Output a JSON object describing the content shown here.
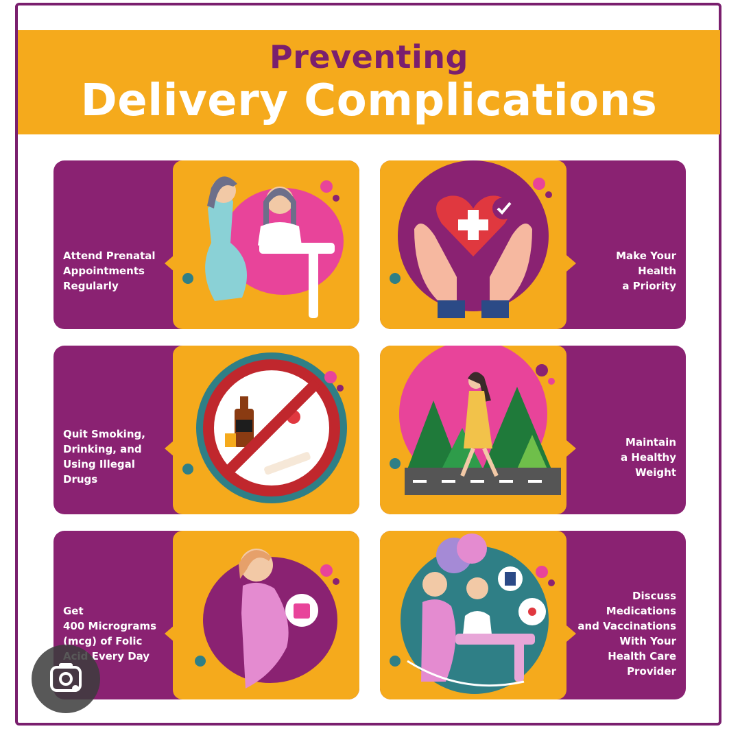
{
  "header": {
    "title_line1": "Preventing",
    "title_line2": "Delivery Complications"
  },
  "cards": [
    {
      "lines": [
        "Attend Prenatal",
        "Appointments",
        "Regularly"
      ],
      "icon": "prenatal-visit-illustration"
    },
    {
      "lines": [
        "Make Your",
        "Health",
        "a Priority"
      ],
      "icon": "heart-in-hands-illustration"
    },
    {
      "lines": [
        "Quit Smoking,",
        "Drinking, and",
        "Using Illegal",
        "Drugs"
      ],
      "icon": "no-smoking-drinking-illustration"
    },
    {
      "lines": [
        "Maintain",
        "a Healthy",
        "Weight"
      ],
      "icon": "walking-woman-illustration"
    },
    {
      "lines": [
        "Get",
        "400 Micrograms",
        "(mcg) of Folic",
        "Acid Every Day"
      ],
      "icon": "folic-acid-illustration"
    },
    {
      "lines": [
        "Discuss",
        "Medications",
        "and Vaccinations",
        "With Your",
        "Health Care",
        "Provider"
      ],
      "icon": "doctor-consult-illustration"
    }
  ],
  "colors": {
    "purple": "#8a2272",
    "orange": "#f5aa1c",
    "pink": "#e8449a",
    "teal": "#2f7f86",
    "white": "#ffffff"
  },
  "overlay": {
    "icon": "google-lens-icon"
  }
}
